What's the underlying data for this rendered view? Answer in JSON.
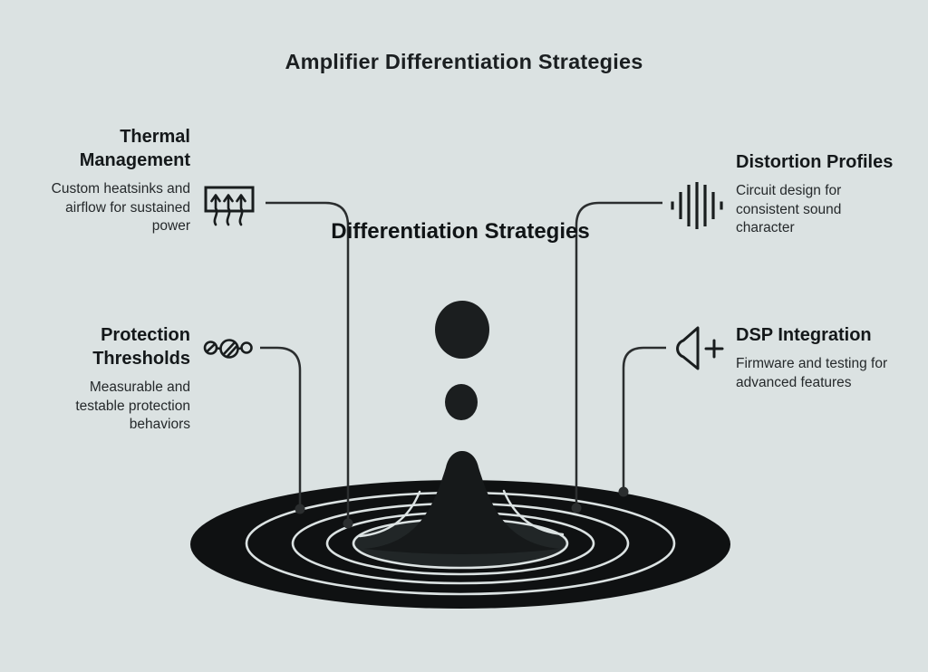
{
  "page": {
    "title": "Amplifier Differentiation Strategies"
  },
  "center": {
    "label": "Differentiation Strategies"
  },
  "items": [
    {
      "title": "Thermal Management",
      "description": "Custom heatsinks and airflow for sustained power",
      "icon": "heatsink-airflow-icon",
      "side": "left"
    },
    {
      "title": "Protection Thresholds",
      "description": "Measurable and testable protection behaviors",
      "icon": "fuse-circuit-icon",
      "side": "left"
    },
    {
      "title": "Distortion Profiles",
      "description": "Circuit design for consistent sound character",
      "icon": "waveform-bars-icon",
      "side": "right"
    },
    {
      "title": "DSP Integration",
      "description": "Firmware and testing for advanced features",
      "icon": "speaker-plus-icon",
      "side": "right"
    }
  ],
  "illustration": {
    "name": "water-drop-ripple",
    "ring_count": 4,
    "colors": {
      "background": "#dbe2e2",
      "figure_black": "#0f1112",
      "inner_pool": "#212627",
      "ring_highlight": "#dce3e3",
      "connector_line": "#2b2e2f",
      "text_ink": "#14181a"
    }
  }
}
